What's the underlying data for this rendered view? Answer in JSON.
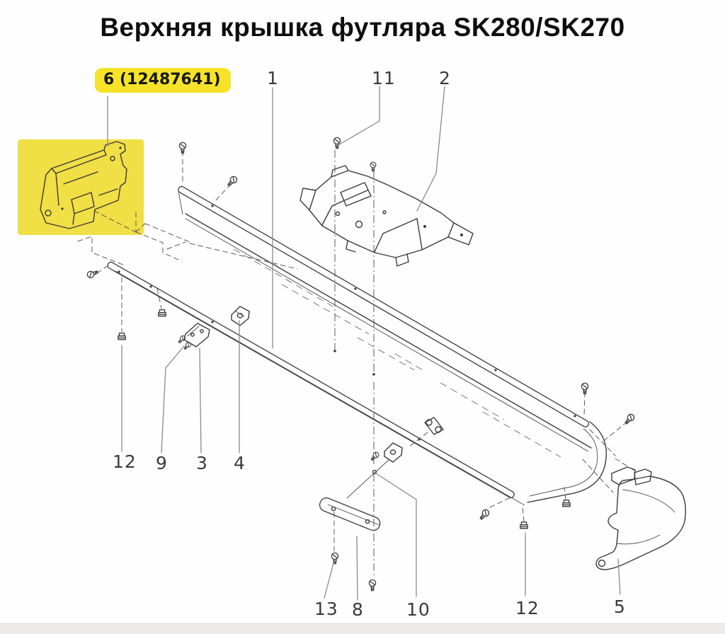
{
  "title": "Верхняя крышка футляра SK280/SK270",
  "highlight_badge": {
    "label": "6 (12487641)",
    "item": "6",
    "part_number": "12487641"
  },
  "callouts": {
    "n1": "1",
    "n2": "2",
    "n3": "3",
    "n4": "4",
    "n5": "5",
    "n8": "8",
    "n9": "9",
    "n10": "10",
    "n11": "11",
    "n12_left": "12",
    "n12_right": "12",
    "n13": "13"
  },
  "colors": {
    "highlight_fill": "#f0df45",
    "badge_fill": "#f6e329",
    "line": "#3b3b3b",
    "leader": "#8a8a8a",
    "background": "#ffffff"
  }
}
